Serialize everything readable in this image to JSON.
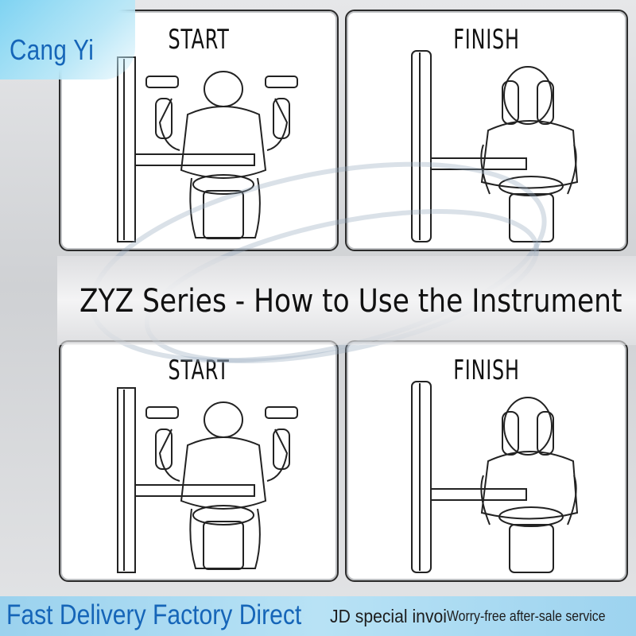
{
  "brand": {
    "name": "Cang Yi"
  },
  "panels": [
    {
      "label": "START"
    },
    {
      "label": "FINISH"
    },
    {
      "label": "START"
    },
    {
      "label": "FINISH"
    }
  ],
  "title": "ZYZ Series - How to Use the Instrument",
  "footer": {
    "left": "Fast Delivery Factory Direct",
    "right_1": "JD special invoi",
    "right_2": "Worry-free after-sale service"
  },
  "colors": {
    "brand_blue": "#1565b8",
    "footer_bg": "#a9dbf2",
    "panel_border": "#2b2b2b"
  }
}
